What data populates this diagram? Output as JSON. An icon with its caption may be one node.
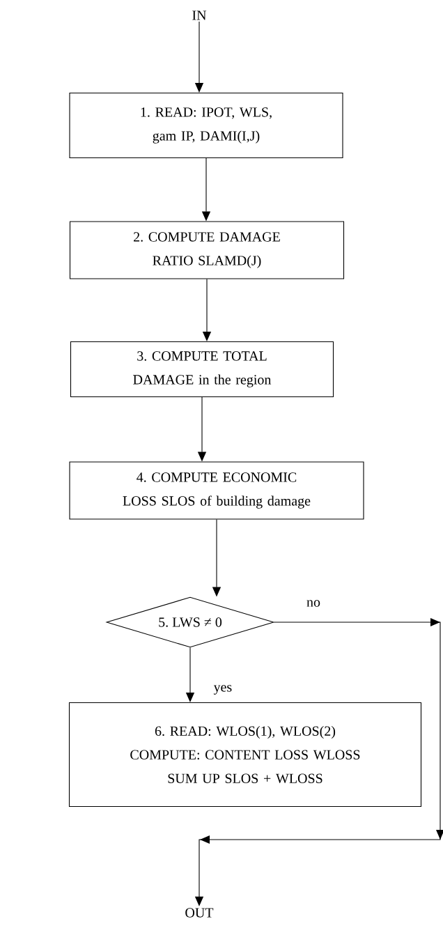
{
  "diagram": {
    "nodes": [
      {
        "text": [
          "IN"
        ]
      },
      {
        "text": [
          "1. READ: IPOT, WLS, gam IP, DAMI(I,J)"
        ]
      },
      {
        "text": [
          "2. COMPUTE DAMAGE RATIO SLAMD(J)"
        ]
      },
      {
        "text": [
          "3. COMPUTE TOTAL DAMAGE in the region"
        ]
      },
      {
        "text": [
          "4. COMPUTE ECONOMIC LOSS SLOS of building damage"
        ]
      },
      {
        "text": [
          "5. LWS ≠ 0"
        ]
      },
      {
        "text": [
          "6. READ: WLOS(1), WLOS(2)",
          "COMPUTE: CONTENT LOSS WLOSS",
          "SUM UP SLOS + WLOSS"
        ]
      },
      {
        "text": [
          "OUT"
        ]
      }
    ],
    "edges": [
      {
        "from": 0,
        "to": 1,
        "arrow": "to"
      },
      {
        "from": 1,
        "to": 2,
        "arrow": "to"
      },
      {
        "from": 2,
        "to": 3,
        "arrow": "to"
      },
      {
        "from": 3,
        "to": 4,
        "arrow": "to"
      },
      {
        "from": 4,
        "to": 5,
        "arrow": "to"
      },
      {
        "from": 5,
        "to": 6,
        "arrow": "to",
        "label": "yes"
      },
      {
        "from": 5,
        "to": 7,
        "arrow": "to",
        "label": "no"
      }
    ]
  }
}
